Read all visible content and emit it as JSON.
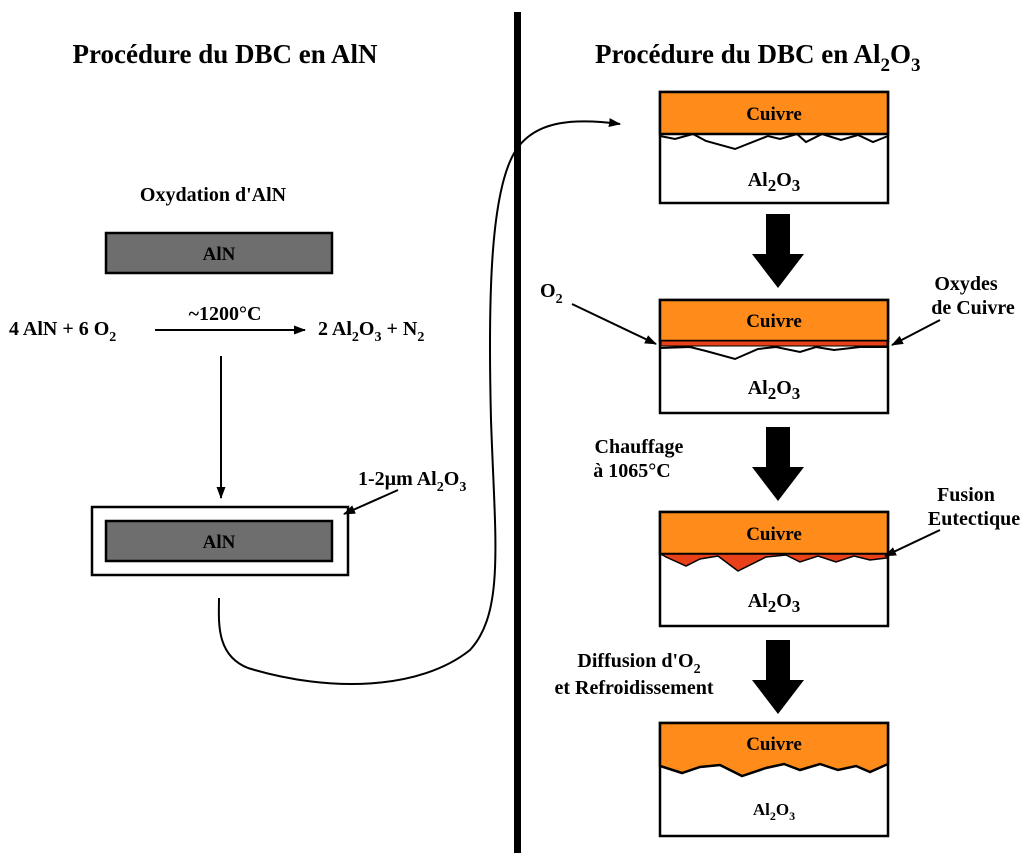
{
  "left": {
    "title": "Procédure du DBC en AlN",
    "step_label": "Oxydation d'AlN",
    "block_label": "AlN",
    "reaction": {
      "lhs_a": "4 AlN + 6 O",
      "lhs_b": "2",
      "condition": "~1200°C",
      "rhs_a": "2 Al",
      "rhs_b": "2",
      "rhs_c": "O",
      "rhs_d": "3",
      "rhs_e": " + N",
      "rhs_f": "2"
    },
    "oxidized_label": "AlN",
    "layer_annotation": {
      "a": "1-2µm Al",
      "b": "2",
      "c": "O",
      "d": "3"
    }
  },
  "right": {
    "title": {
      "a": "Procédure du DBC en Al",
      "b": "2",
      "c": "O",
      "d": "3"
    },
    "copper_label": "Cuivre",
    "substrate": {
      "a": "Al",
      "b": "2",
      "c": "O",
      "d": "3"
    },
    "o2_label": {
      "a": "O",
      "b": "2"
    },
    "oxides_label": {
      "line1": "Oxydes",
      "line2": "de Cuivre"
    },
    "heating_label": {
      "line1": "Chauffage",
      "line2": "à 1065°C"
    },
    "fusion_label": {
      "line1": "Fusion",
      "line2": "Eutectique"
    },
    "diffusion_label": {
      "line1a": "Diffusion d'O",
      "line1b": "2",
      "line2": "et Refroidissement"
    }
  },
  "colors": {
    "copper": "#ff8c1a",
    "oxide": "#e8411a",
    "aln_block": "#6e6e6e",
    "line": "#000000",
    "background": "#ffffff"
  }
}
